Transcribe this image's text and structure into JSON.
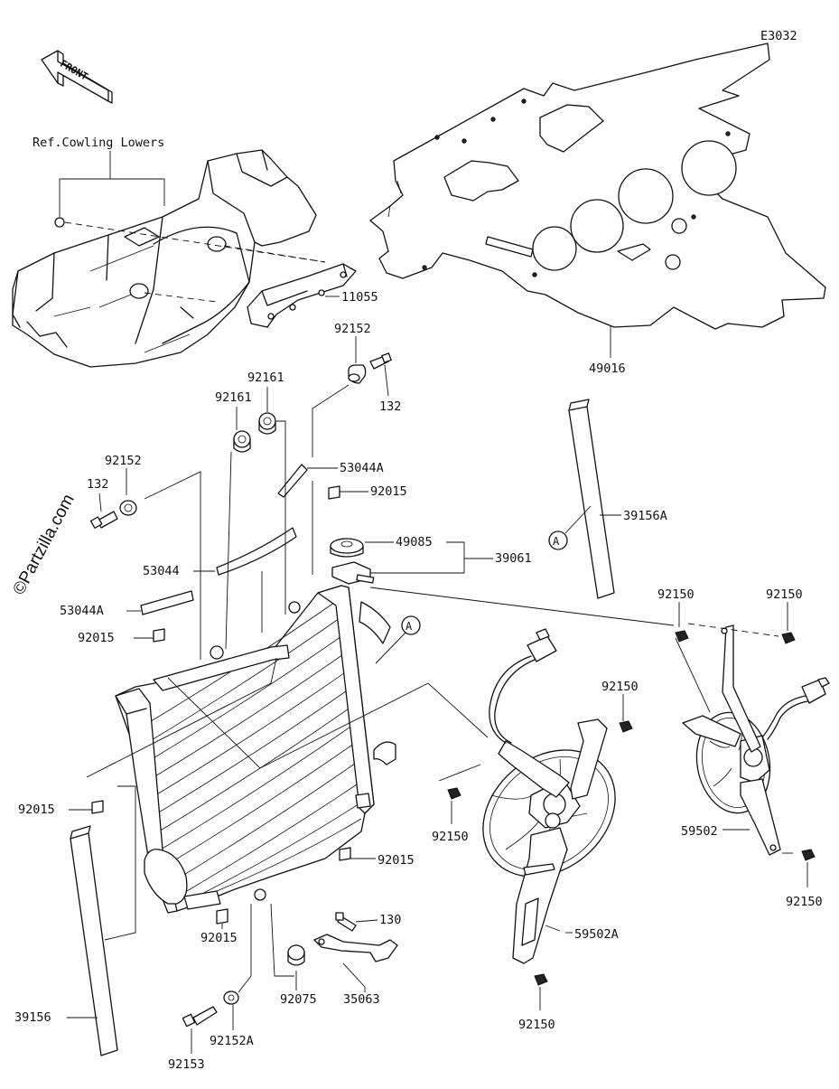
{
  "diagram": {
    "code": "E3032",
    "front_label": "FRONT",
    "ref_label": "Ref.Cowling Lowers",
    "watermark": "©Partzilla.com",
    "callout_a": "A",
    "parts": {
      "p49016": "49016",
      "p11055": "11055",
      "p92152_top": "92152",
      "p132_top": "132",
      "p92161_a": "92161",
      "p92161_b": "92161",
      "p92152_left": "92152",
      "p132_left": "132",
      "p53044A_top": "53044A",
      "p92015_top": "92015",
      "p49085": "49085",
      "p39061": "39061",
      "p53044": "53044",
      "p53044A_left": "53044A",
      "p92015_left": "92015",
      "p39156A": "39156A",
      "p92150_r1": "92150",
      "p92150_r2": "92150",
      "p92150_mid": "92150",
      "p92150_fan": "92150",
      "p59502": "59502",
      "p92150_r3": "92150",
      "p92015_low": "92015",
      "p92015_rad": "92015",
      "p59502A": "59502A",
      "p130": "130",
      "p92015_bot": "92015",
      "p92075": "92075",
      "p35063": "35063",
      "p92150_bot": "92150",
      "p39156": "39156",
      "p92153": "92153",
      "p92152A": "92152A"
    }
  }
}
